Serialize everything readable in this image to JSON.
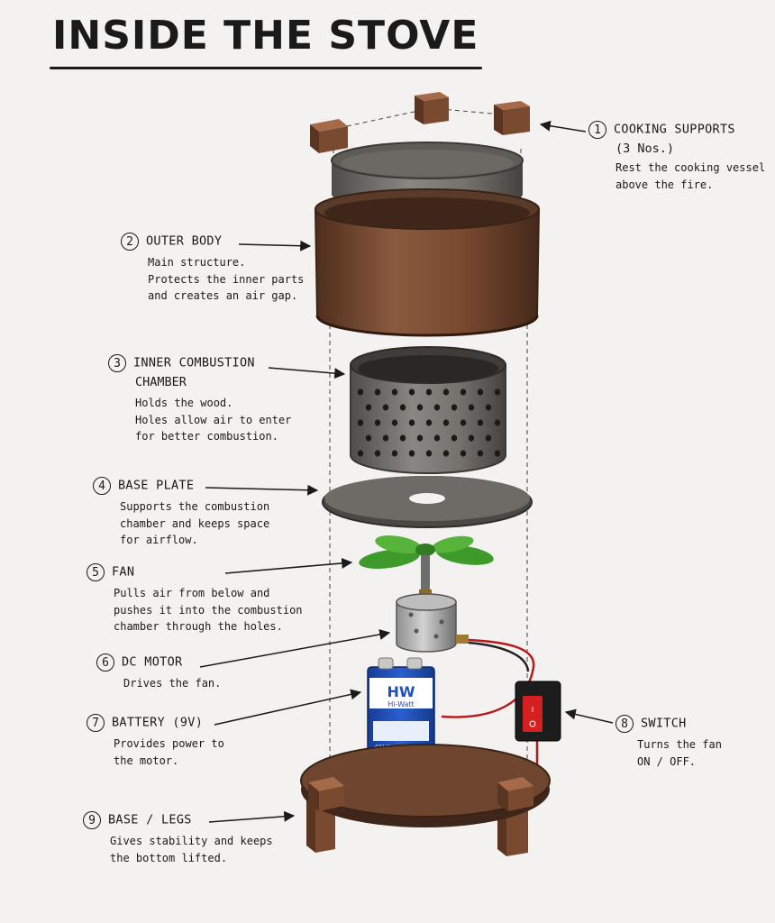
{
  "title": "INSIDE THE STOVE",
  "components": [
    {
      "num": "1",
      "head": "COOKING SUPPORTS",
      "head2": "(3 Nos.)",
      "desc": "Rest the cooking vessel\nabove the fire."
    },
    {
      "num": "2",
      "head": "OUTER BODY",
      "head2": "",
      "desc": "Main structure.\nProtects the inner parts\nand creates an air gap."
    },
    {
      "num": "3",
      "head": "INNER COMBUSTION",
      "head2": "CHAMBER",
      "desc": "Holds the wood.\nHoles allow air to enter\nfor better combustion."
    },
    {
      "num": "4",
      "head": "BASE PLATE",
      "head2": "",
      "desc": "Supports the combustion\nchamber and keeps space\nfor airflow."
    },
    {
      "num": "5",
      "head": "FAN",
      "head2": "",
      "desc": "Pulls air from below and\npushes it into the combustion\nchamber through the holes."
    },
    {
      "num": "6",
      "head": "DC MOTOR",
      "head2": "",
      "desc": "Drives the fan."
    },
    {
      "num": "7",
      "head": "BATTERY (9V)",
      "head2": "",
      "desc": "Provides power to\nthe motor."
    },
    {
      "num": "8",
      "head": "SWITCH",
      "head2": "",
      "desc": "Turns the fan\nON / OFF."
    },
    {
      "num": "9",
      "head": "BASE / LEGS",
      "head2": "",
      "desc": "Gives stability and keeps\nthe bottom lifted."
    }
  ],
  "battery": {
    "brand": "HW",
    "model": "Hi-Watt",
    "type": "GENERAL PURPOSE"
  },
  "colors": {
    "rust": "#7a4a30",
    "metal": "#7d7a76",
    "fan": "#3f9a2c",
    "battery": "#1f4fb8",
    "switch": "#d42020",
    "ink": "#1a1a1a"
  }
}
